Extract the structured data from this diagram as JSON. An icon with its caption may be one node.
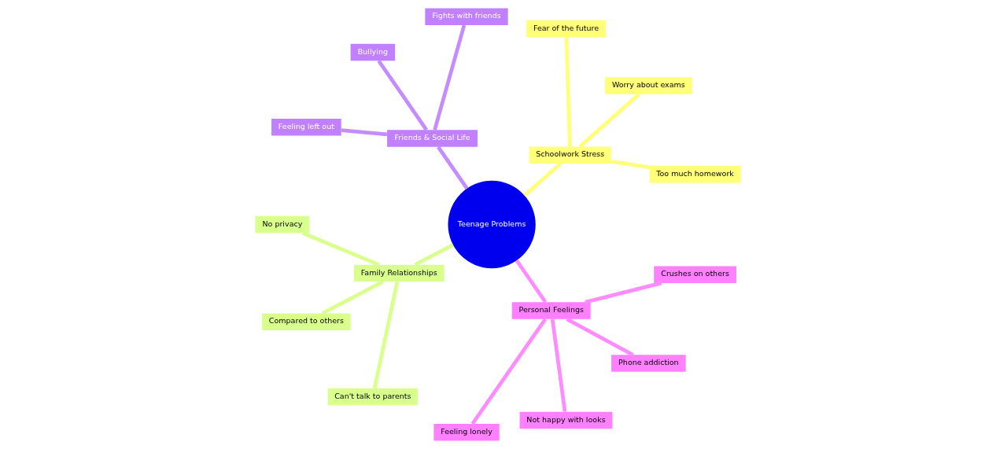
{
  "diagram": {
    "nodes": [
      {
        "text": [
          "Teenage Problems"
        ]
      },
      {
        "text": [
          "Schoolwork Stress"
        ]
      },
      {
        "text": [
          "Too much homework"
        ]
      },
      {
        "text": [
          "Worry about exams"
        ]
      },
      {
        "text": [
          "Fear of the future"
        ]
      },
      {
        "text": [
          "Friends & Social Life"
        ]
      },
      {
        "text": [
          "Fights with friends"
        ]
      },
      {
        "text": [
          "Bullying"
        ]
      },
      {
        "text": [
          "Feeling left out"
        ]
      },
      {
        "text": [
          "Family Relationships"
        ]
      },
      {
        "text": [
          "No privacy"
        ]
      },
      {
        "text": [
          "Compared to others"
        ]
      },
      {
        "text": [
          "Can't talk to parents"
        ]
      },
      {
        "text": [
          "Personal Feelings"
        ]
      },
      {
        "text": [
          "Feeling lonely"
        ]
      },
      {
        "text": [
          "Not happy with looks"
        ]
      },
      {
        "text": [
          "Phone addiction"
        ]
      },
      {
        "text": [
          "Crushes on others"
        ]
      }
    ],
    "edges": [
      {
        "from": 0,
        "to": 1,
        "arrow": "none",
        "color": "#ffff78"
      },
      {
        "from": 1,
        "to": 2,
        "arrow": "none",
        "color": "#ffff78"
      },
      {
        "from": 1,
        "to": 3,
        "arrow": "none",
        "color": "#ffff78"
      },
      {
        "from": 1,
        "to": 4,
        "arrow": "none",
        "color": "#ffff78"
      },
      {
        "from": 0,
        "to": 5,
        "arrow": "none",
        "color": "#c58cff"
      },
      {
        "from": 5,
        "to": 6,
        "arrow": "none",
        "color": "#c58cff"
      },
      {
        "from": 5,
        "to": 7,
        "arrow": "none",
        "color": "#c58cff"
      },
      {
        "from": 5,
        "to": 8,
        "arrow": "none",
        "color": "#c58cff"
      },
      {
        "from": 0,
        "to": 9,
        "arrow": "none",
        "color": "#d9ff8c"
      },
      {
        "from": 9,
        "to": 10,
        "arrow": "none",
        "color": "#d9ff8c"
      },
      {
        "from": 9,
        "to": 11,
        "arrow": "none",
        "color": "#d9ff8c"
      },
      {
        "from": 9,
        "to": 12,
        "arrow": "none",
        "color": "#d9ff8c"
      },
      {
        "from": 0,
        "to": 13,
        "arrow": "none",
        "color": "#ff8cff"
      },
      {
        "from": 13,
        "to": 14,
        "arrow": "none",
        "color": "#ff8cff"
      },
      {
        "from": 13,
        "to": 15,
        "arrow": "none",
        "color": "#ff8cff"
      },
      {
        "from": 13,
        "to": 16,
        "arrow": "none",
        "color": "#ff8cff"
      },
      {
        "from": 13,
        "to": 17,
        "arrow": "none",
        "color": "#ff8cff"
      }
    ]
  }
}
